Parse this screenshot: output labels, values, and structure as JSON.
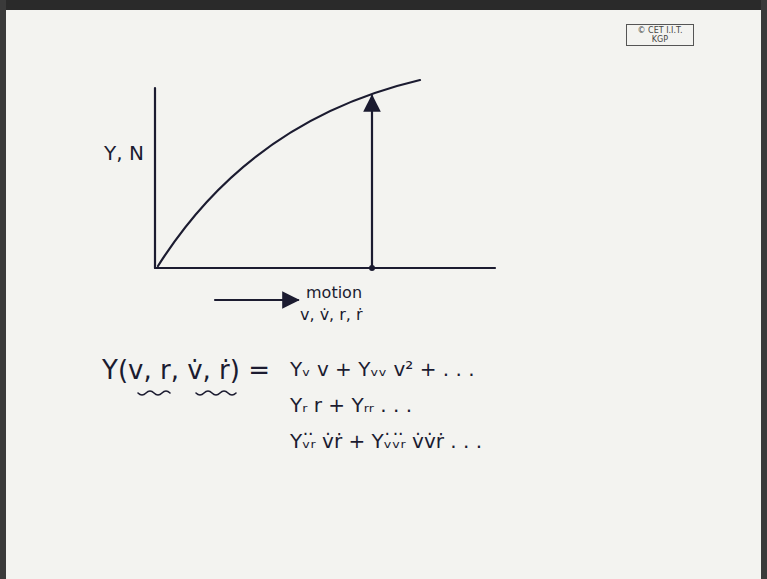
{
  "diagram": {
    "labels": [
      "© CET I.I.T. KGP",
      "Y, N",
      "motion",
      "v, v̇, r, ṙ",
      "Y(v, r, v̇, ṙ) =",
      "Yᵥ v + Yᵥᵥ v² + . . .",
      "Yᵣ r + Yᵣᵣ . . .",
      "Yᵥ̇ᵣ̇ v̇ṙ + Yᵥ̇ᵥ̇ᵣ̇ v̇v̇ṙ . . ."
    ]
  }
}
